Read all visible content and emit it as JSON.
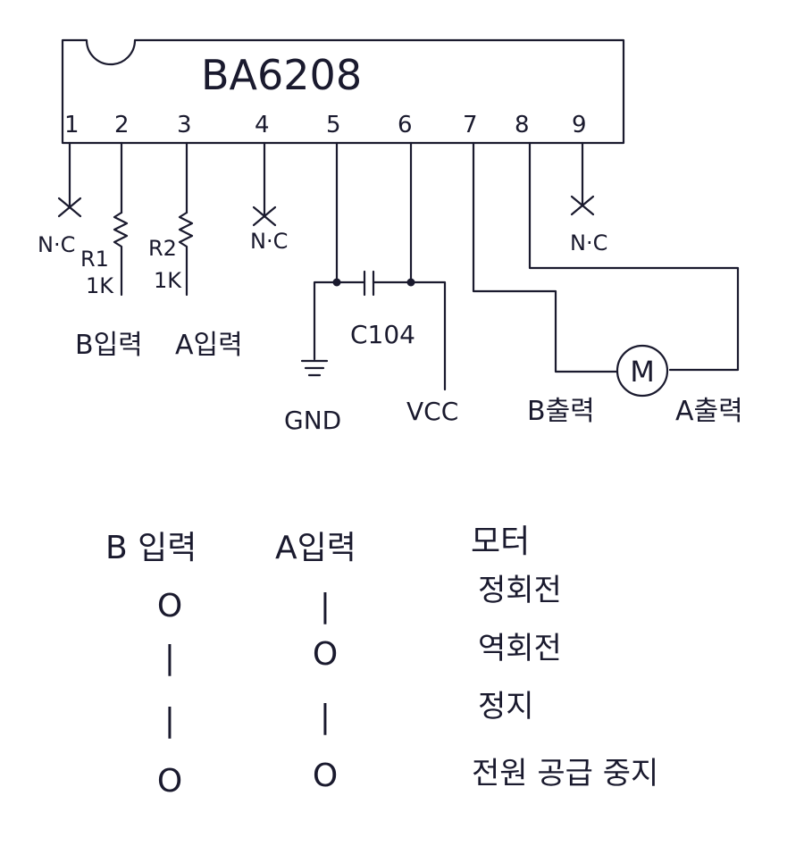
{
  "ic": {
    "part_number": "BA6208",
    "pins": [
      "1",
      "2",
      "3",
      "4",
      "5",
      "6",
      "7",
      "8",
      "9"
    ]
  },
  "labels": {
    "pin1_nc": "N·C",
    "pin4_nc": "N·C",
    "pin9_nc": "N·C",
    "r1_name": "R1",
    "r1_value": "1K",
    "r2_name": "R2",
    "r2_value": "1K",
    "b_input": "B입력",
    "a_input": "A입력",
    "capacitor": "C104",
    "gnd": "GND",
    "vcc": "VCC",
    "motor": "M",
    "b_output": "B출력",
    "a_output": "A출력"
  },
  "truth_table": {
    "headers": [
      "B 입력",
      "A입력",
      "모터"
    ],
    "rows": [
      {
        "b": "O",
        "a": "|",
        "motor": "정회전"
      },
      {
        "b": "|",
        "a": "O",
        "motor": "역회전"
      },
      {
        "b": "|",
        "a": "|",
        "motor": "정지"
      },
      {
        "b": "O",
        "a": "O",
        "motor": "전원 공급 중지"
      }
    ]
  },
  "colors": {
    "ink": "#1a1a2e",
    "paper": "#ffffff"
  }
}
